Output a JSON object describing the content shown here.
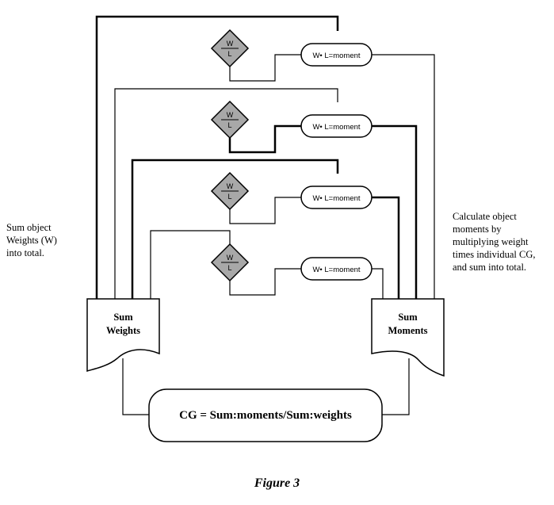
{
  "diagram": {
    "rows": [
      {
        "decision": {
          "top": "W",
          "bottom": "L"
        },
        "process": "W• L=moment"
      },
      {
        "decision": {
          "top": "W",
          "bottom": "L"
        },
        "process": "W• L=moment"
      },
      {
        "decision": {
          "top": "W",
          "bottom": "L"
        },
        "process": "W• L=moment"
      },
      {
        "decision": {
          "top": "W",
          "bottom": "L"
        },
        "process": "W• L=moment"
      }
    ],
    "sum_weights": [
      "Sum",
      "Weights"
    ],
    "sum_moments": [
      "Sum",
      "Moments"
    ],
    "formula": "CG = Sum:moments/Sum:weights",
    "left_note": [
      "Sum object",
      "Weights (W)",
      "into total."
    ],
    "right_note": [
      "Calculate object",
      "moments by",
      "multiplying weight",
      "times individual CG,",
      "and sum into total."
    ],
    "caption": "Figure 3",
    "colors": {
      "line": "#000000",
      "diamond_fill": "#a8a8a8",
      "background": "#ffffff"
    }
  }
}
